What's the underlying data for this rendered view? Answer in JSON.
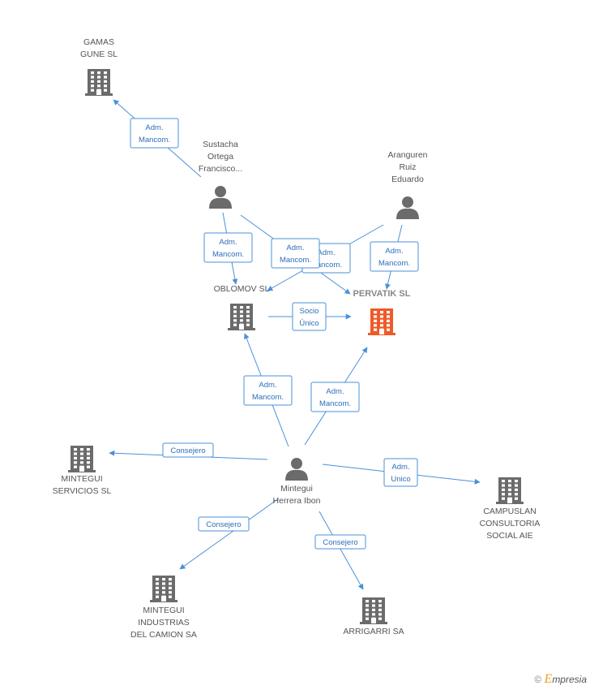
{
  "colors": {
    "edge": "#4a90d9",
    "company": "#6b6b6b",
    "focus_company": "#f05a28",
    "person": "#6b6b6b"
  },
  "nodes": [
    {
      "id": "gamas",
      "type": "company",
      "lines": [
        "GAMAS",
        "GUNE SL"
      ],
      "icon": "building-icon"
    },
    {
      "id": "sustacha",
      "type": "person",
      "lines": [
        "Sustacha",
        "Ortega",
        "Francisco..."
      ],
      "icon": "person-icon"
    },
    {
      "id": "aranguren",
      "type": "person",
      "lines": [
        "Aranguren",
        "Ruiz",
        "Eduardo"
      ],
      "icon": "person-icon"
    },
    {
      "id": "oblomov",
      "type": "company",
      "lines": [
        "OBLOMOV SL"
      ],
      "icon": "building-icon"
    },
    {
      "id": "pervatik",
      "type": "company-focus",
      "lines": [
        "PERVATIK SL"
      ],
      "icon": "building-icon"
    },
    {
      "id": "mintegui_servicios",
      "type": "company",
      "lines": [
        "MINTEGUI",
        "SERVICIOS SL"
      ],
      "icon": "building-icon"
    },
    {
      "id": "mintegui_ibon",
      "type": "person",
      "lines": [
        "Mintegui",
        "Herrera Ibon"
      ],
      "icon": "person-icon"
    },
    {
      "id": "campuslan",
      "type": "company",
      "lines": [
        "CAMPUSLAN",
        "CONSULTORIA",
        "SOCIAL AIE"
      ],
      "icon": "building-icon"
    },
    {
      "id": "mintegui_industrias",
      "type": "company",
      "lines": [
        "MINTEGUI",
        "INDUSTRIAS",
        "DEL CAMION SA"
      ],
      "icon": "building-icon"
    },
    {
      "id": "arrigarri",
      "type": "company",
      "lines": [
        "ARRIGARRI SA"
      ],
      "icon": "building-icon"
    }
  ],
  "edges": [
    {
      "from": "sustacha",
      "to": "gamas",
      "label": [
        "Adm.",
        "Mancom."
      ]
    },
    {
      "from": "sustacha",
      "to": "oblomov",
      "label": [
        "Adm.",
        "Mancom."
      ]
    },
    {
      "from": "sustacha",
      "to": "pervatik",
      "label": [
        "Adm.",
        "Mancom."
      ]
    },
    {
      "from": "aranguren",
      "to": "oblomov",
      "label": [
        "Adm.",
        "Mancom."
      ]
    },
    {
      "from": "aranguren",
      "to": "pervatik",
      "label": [
        "Adm.",
        "Mancom."
      ]
    },
    {
      "from": "oblomov",
      "to": "pervatik",
      "label": [
        "Socio",
        "Único"
      ]
    },
    {
      "from": "mintegui_ibon",
      "to": "oblomov",
      "label": [
        "Adm.",
        "Mancom."
      ]
    },
    {
      "from": "mintegui_ibon",
      "to": "pervatik",
      "label": [
        "Adm.",
        "Mancom."
      ]
    },
    {
      "from": "mintegui_ibon",
      "to": "mintegui_servicios",
      "label": [
        "Consejero"
      ]
    },
    {
      "from": "mintegui_ibon",
      "to": "campuslan",
      "label": [
        "Adm.",
        "Unico"
      ]
    },
    {
      "from": "mintegui_ibon",
      "to": "mintegui_industrias",
      "label": [
        "Consejero"
      ]
    },
    {
      "from": "mintegui_ibon",
      "to": "arrigarri",
      "label": [
        "Consejero"
      ]
    }
  ],
  "watermark": {
    "copyright": "©",
    "brand_first": "E",
    "brand_rest": "mpresia"
  }
}
